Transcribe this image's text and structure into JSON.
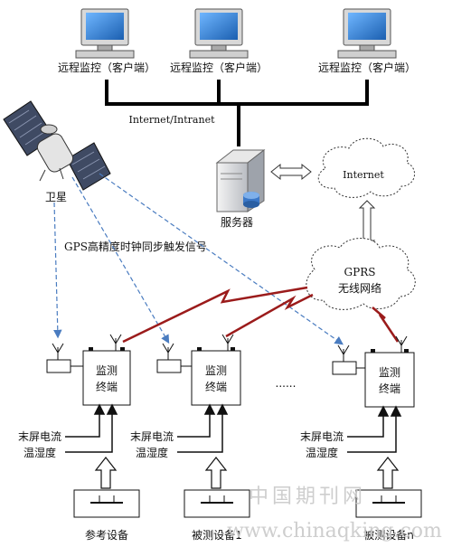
{
  "clients": [
    {
      "label": "远程监控（客户端）"
    },
    {
      "label": "远程监控（客户端）"
    },
    {
      "label": "远程监控（客户端）"
    }
  ],
  "network": {
    "label": "Internet/Intranet"
  },
  "server": {
    "label": "服务器"
  },
  "internet_cloud": {
    "label": "Internet"
  },
  "gprs_cloud": {
    "line1": "GPRS",
    "line2": "无线网络"
  },
  "satellite": {
    "label": "卫星"
  },
  "gps_signal": {
    "label": "GPS高精度时钟同步触发信号"
  },
  "terminals": [
    {
      "line1": "监测",
      "line2": "终端"
    },
    {
      "line1": "监测",
      "line2": "终端"
    },
    {
      "line1": "监测",
      "line2": "终端"
    }
  ],
  "ellipsis": "......",
  "inputs": [
    {
      "line1": "末屏电流",
      "line2": "温湿度"
    },
    {
      "line1": "末屏电流",
      "line2": "温湿度"
    },
    {
      "line1": "末屏电流",
      "line2": "温湿度"
    }
  ],
  "devices": [
    {
      "label": "参考设备"
    },
    {
      "label": "被测设备1"
    },
    {
      "label": "被测设备n"
    }
  ],
  "watermark": {
    "cn": "中国期刊网",
    "url": "www.chinaqking.com"
  },
  "colors": {
    "gps_dash": "#4a7cc0",
    "wireless": "#9b1b1b",
    "monitor_screen": "#2a7fd0",
    "arrow_fill": "#ffffff"
  }
}
